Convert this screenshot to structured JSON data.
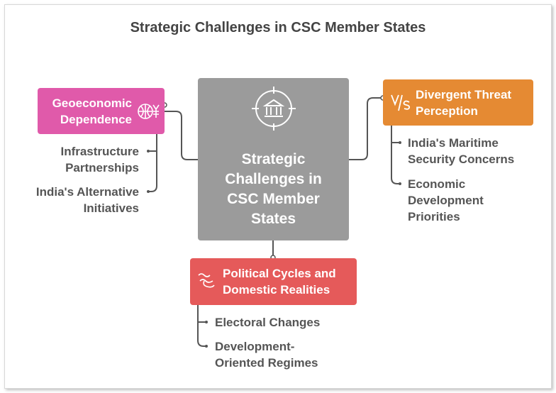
{
  "title": "Strategic Challenges in CSC Member States",
  "center": {
    "label_lines": [
      "Strategic",
      "Challenges in",
      "CSC Member",
      "States"
    ],
    "icon": "bank-target-icon"
  },
  "branches": [
    {
      "label_lines": [
        "Geoeconomic",
        "Dependence"
      ],
      "icon": "globe-yen-icon",
      "color": "#E05AAA",
      "items": [
        {
          "lines": [
            "Infrastructure",
            "Partnerships"
          ]
        },
        {
          "lines": [
            "India's Alternative",
            "Initiatives"
          ]
        }
      ]
    },
    {
      "label_lines": [
        "Divergent Threat",
        "Perception"
      ],
      "icon": "versus-icon",
      "color": "#E58A33",
      "items": [
        {
          "lines": [
            "India's Maritime",
            "Security Concerns"
          ]
        },
        {
          "lines": [
            "Economic",
            "Development",
            "Priorities"
          ]
        }
      ]
    },
    {
      "label_lines": [
        "Political Cycles and",
        "Domestic Realities"
      ],
      "icon": "winding-path-icon",
      "color": "#E55A5A",
      "items": [
        {
          "lines": [
            "Electoral Changes"
          ]
        },
        {
          "lines": [
            "Development-",
            "Oriented Regimes"
          ]
        }
      ]
    }
  ]
}
